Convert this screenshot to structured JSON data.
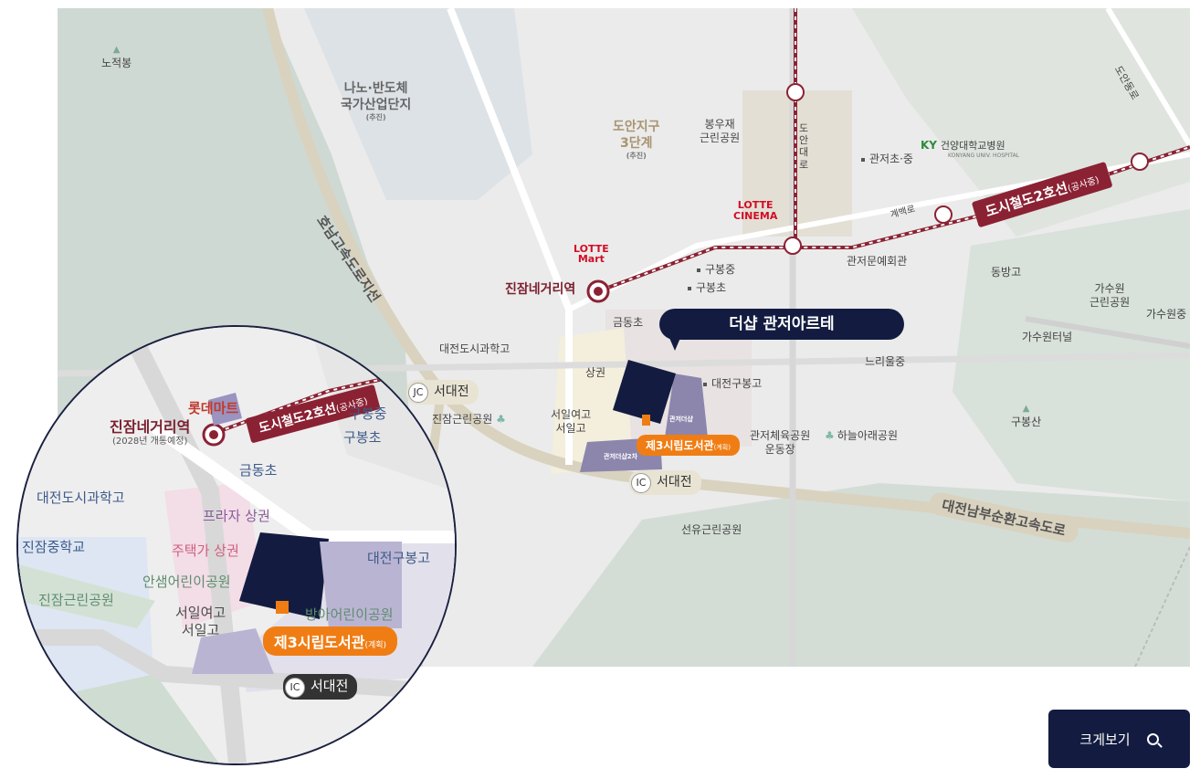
{
  "map": {
    "places": {
      "nojeokbong": "노적봉",
      "industrial_complex": "나노·반도체\n국가산업단지",
      "industrial_complex_note": "(추진)",
      "doan_district": "도안지구\n3단계",
      "doan_district_note": "(추진)",
      "bongwoojae_park": "봉우재\n근린공원",
      "lotte_cinema": "LOTTE\nCINEMA",
      "gwanjeo_elem": "관저초·중",
      "konyang_hospital": "건양대학교병원",
      "konyang_hospital_en": "KONYANG UNIV. HOSPITAL",
      "konyang_logo": "KY",
      "lotte_mart": "LOTTE\nMart",
      "jinjam_station": "진잠네거리역",
      "gubong_middle": "구봉중",
      "gubong_elem": "구봉초",
      "gwanjeo_culture_hall": "관저문예회관",
      "dongbang_high": "동방고",
      "gasuwon_park": "가수원\n근린공원",
      "gasuwon_middle": "가수원중",
      "geumdong_elem": "금동초",
      "daejeon_science_high": "대전도시과학고",
      "sanggwon": "상권",
      "seoil_schools": "서일여고\n서일고",
      "daejeon_gubong_high": "대전구봉고",
      "neuriul_middle": "느리울중",
      "gasuwon_tunnel": "가수원터널",
      "gubongsan": "구봉산",
      "jinjam_park": "진잠근린공원",
      "gwanjeo_sports_park": "관저체육공원\n운동장",
      "haneul_park": "하늘아래공원",
      "seonyu_park": "선유근린공원",
      "doan_daero": "도\n안\n대\n로",
      "gyebaek_ro": "계백로",
      "doan_dongro": "도안동로",
      "gwanjeo_the_sharp": "관저더샵",
      "gwanjeo_the_sharp2": "관저더샵2차"
    },
    "site_name": "더샵 관저아르테",
    "library": "제3시립도서관",
    "library_note": "(계획)",
    "metro_line": "도시철도2호선",
    "metro_line_note": "(공사중)",
    "jc_label": "서대전",
    "jc_badge": "JC",
    "ic_label": "서대전",
    "ic_badge": "IC",
    "expressway_honam": "호남고속도로지선",
    "expressway_nambu": "대전남부순환고속도로"
  },
  "inset": {
    "lotte_mart": "롯데마트",
    "station": "진잠네거리역",
    "station_note": "(2028년 개통예정)",
    "metro_line": "도시철도2호선",
    "metro_line_note": "(공사중)",
    "gubong_middle": "구봉중",
    "gubong_elem": "구봉초",
    "geumdong_elem": "금동초",
    "daejeon_science_high": "대전도시과학고",
    "jinjam_middle": "진잠중학교",
    "plaza_sanggwon": "프라자 상권",
    "residential_sanggwon": "주택가 상권",
    "daejeon_gubong_high": "대전구봉고",
    "ansaem_playground": "안샘어린이공원",
    "jinjam_park": "진잠근린공원",
    "seoil_schools": "서일여고\n서일고",
    "bangah_playground": "방아어린이공원",
    "library": "제3시립도서관",
    "library_note": "(계획)",
    "ic_badge": "IC",
    "ic_label": "서대전"
  },
  "zoom_button": {
    "label": "크게보기",
    "icon": "search-icon"
  },
  "colors": {
    "site": "#131c40",
    "metro": "#8b2234",
    "library": "#f07d14",
    "expressway": "#d9d2bf",
    "green": "#c9d6cf",
    "apartment_purple": "#8c86ad"
  }
}
